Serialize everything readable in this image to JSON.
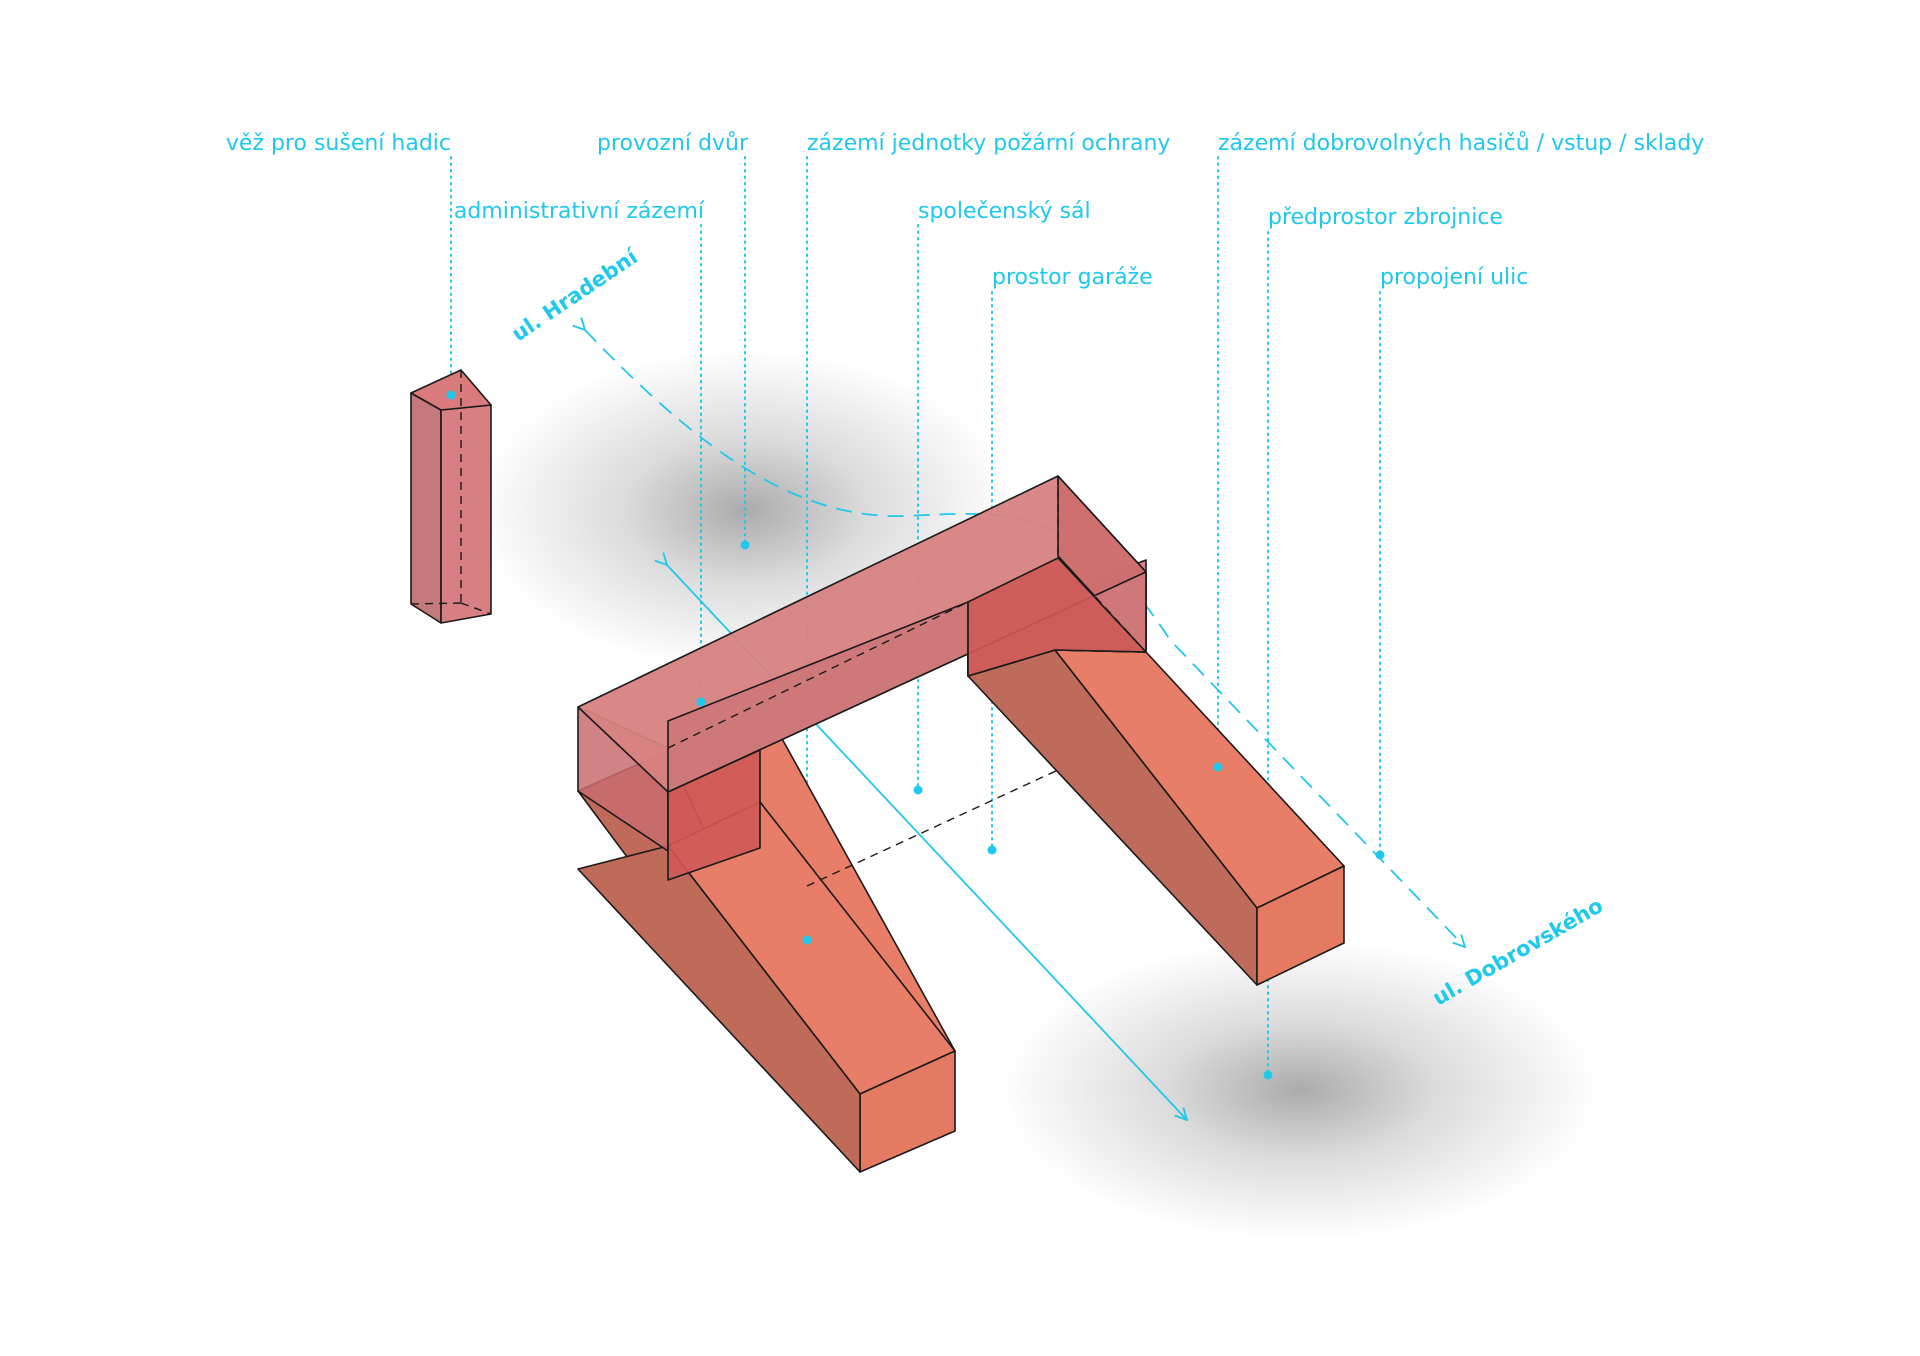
{
  "labels": {
    "tower": "věž pro sušení hadic",
    "yard": "provozní dvůr",
    "fire_unit": "zázemí jednotky požární ochrany",
    "volunteers": "zázemí dobrovolných hasičů / vstup / sklady",
    "admin": "administrativní zázemí",
    "hall": "společenský sál",
    "forecourt": "předprostor zbrojnice",
    "garage": "prostor garáže",
    "link": "propojení ulic"
  },
  "streets": {
    "hradebni": "ul. Hradební",
    "dobrovskeho": "ul. Dobrovského"
  },
  "colors": {
    "accent": "#1fc8ec",
    "upper_volume": "#cf6467",
    "lower_volume": "#e5735c",
    "edges": "#1a1a1a"
  }
}
